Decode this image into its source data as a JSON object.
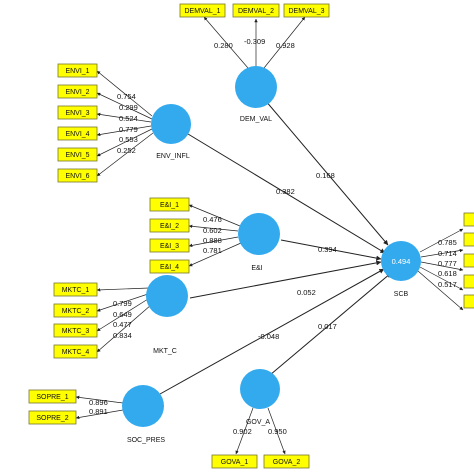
{
  "colors": {
    "construct": "#33aaee",
    "indicator": "#ffff00",
    "line": "#222222",
    "background": "#ffffff"
  },
  "constructs": [
    {
      "id": "DEM_VAL",
      "label": "DEM_VAL"
    },
    {
      "id": "ENV_INFL",
      "label": "ENV_INFL"
    },
    {
      "id": "EI",
      "label": "E&I"
    },
    {
      "id": "MKT_C",
      "label": "MKT_C"
    },
    {
      "id": "SOC_PRES",
      "label": "SOC_PRES"
    },
    {
      "id": "GOV_A",
      "label": "GOV_A"
    },
    {
      "id": "SCB",
      "label": "SCB",
      "r2": "0.494"
    }
  ],
  "indicators": {
    "DEM_VAL": [
      {
        "label": "DEMVAL_1",
        "loading": "0.280"
      },
      {
        "label": "DEMVAL_2",
        "loading": "-0.309"
      },
      {
        "label": "DEMVAL_3",
        "loading": "0.928"
      }
    ],
    "ENV_INFL": [
      {
        "label": "ENVI_1",
        "loading": "0.754"
      },
      {
        "label": "ENVI_2",
        "loading": "0.299"
      },
      {
        "label": "ENVI_3",
        "loading": "0.524"
      },
      {
        "label": "ENVI_4",
        "loading": "0.779"
      },
      {
        "label": "ENVI_5",
        "loading": "0.553"
      },
      {
        "label": "ENVI_6",
        "loading": "0.252"
      }
    ],
    "EI": [
      {
        "label": "E&I_1",
        "loading": "0.476"
      },
      {
        "label": "E&I_2",
        "loading": "0.602"
      },
      {
        "label": "E&I_3",
        "loading": "0.888"
      },
      {
        "label": "E&I_4",
        "loading": "0.781"
      }
    ],
    "MKT_C": [
      {
        "label": "MKTC_1",
        "loading": "0.799"
      },
      {
        "label": "MKTC_2",
        "loading": "0.649"
      },
      {
        "label": "MKTC_3",
        "loading": "0.477"
      },
      {
        "label": "MKTC_4",
        "loading": "0.834"
      }
    ],
    "SOC_PRES": [
      {
        "label": "SOPRE_1",
        "loading": "0.896"
      },
      {
        "label": "SOPRE_2",
        "loading": "0.891"
      }
    ],
    "GOV_A": [
      {
        "label": "GOVA_1",
        "loading": "0.902"
      },
      {
        "label": "GOVA_2",
        "loading": "0.950"
      }
    ],
    "SCB": [
      {
        "label": "",
        "loading": "0.785"
      },
      {
        "label": "",
        "loading": "0.714"
      },
      {
        "label": "",
        "loading": "0.777"
      },
      {
        "label": "",
        "loading": "0.618"
      },
      {
        "label": "",
        "loading": "0.517"
      }
    ]
  },
  "paths": [
    {
      "from": "DEM_VAL",
      "to": "SCB",
      "coef": "0.168"
    },
    {
      "from": "ENV_INFL",
      "to": "SCB",
      "coef": "0.382"
    },
    {
      "from": "EI",
      "to": "SCB",
      "coef": "0.394"
    },
    {
      "from": "MKT_C",
      "to": "SCB",
      "coef": "0.052"
    },
    {
      "from": "SOC_PRES",
      "to": "SCB",
      "coef": "-0.048"
    },
    {
      "from": "GOV_A",
      "to": "SCB",
      "coef": "0.017"
    }
  ]
}
